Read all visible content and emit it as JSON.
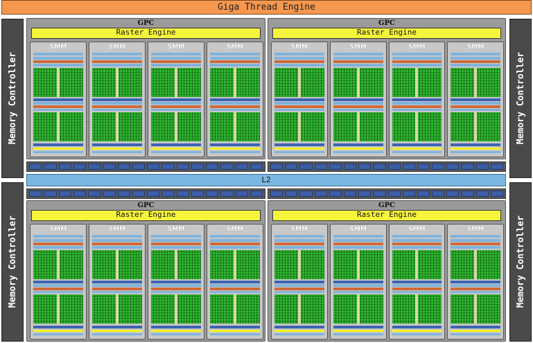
{
  "giga_thread_engine": "Giga Thread Engine",
  "memory_controller_label": "Memory Controller",
  "l2_label": "L2",
  "gpc_label": "GPC",
  "raster_engine_label": "Raster Engine",
  "smm_label": "SMM",
  "colors": {
    "giga_thread_engine": "#f6974f",
    "memory_controller": "#4a4a4a",
    "gpc_background": "#9a9a9a",
    "raster_engine": "#f5f53c",
    "smm_background": "#c8c8c8",
    "cuda_core": "#2fb52f",
    "l2": "#7ab6e0",
    "register": "#3d63b0",
    "dispatch": "#d06a3a"
  }
}
